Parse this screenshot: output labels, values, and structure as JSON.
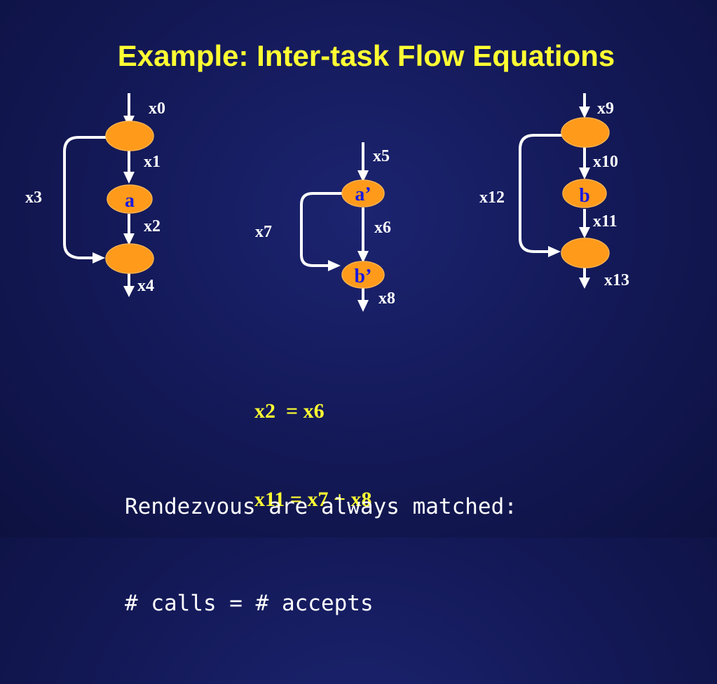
{
  "title": "Example: Inter-task Flow Equations",
  "diagram": {
    "task_a": {
      "node_label": "a",
      "edges": {
        "in": "x0",
        "top_to_a": "x1",
        "a_to_bottom": "x2",
        "bypass": "x3",
        "out": "x4"
      }
    },
    "task_middle": {
      "node_top_label": "a’",
      "node_bottom_label": "b’",
      "edges": {
        "in": "x5",
        "direct": "x6",
        "bypass": "x7",
        "out": "x8"
      }
    },
    "task_b": {
      "node_label": "b",
      "edges": {
        "in": "x9",
        "top_to_b": "x10",
        "b_to_bottom": "x11",
        "bypass": "x12",
        "out": "x13"
      }
    },
    "colors": {
      "node_fill": "#ff9a1a",
      "node_label": "#1a1ae0",
      "edge": "#ffffff"
    }
  },
  "equations": {
    "line1": "x2  = x6",
    "line2": "x11 = x7 + x8"
  },
  "note": {
    "line1": "Rendezvous are always matched:",
    "line2": "# calls = # accepts"
  },
  "colors": {
    "title": "#ffff33",
    "background": "#141a5a"
  }
}
